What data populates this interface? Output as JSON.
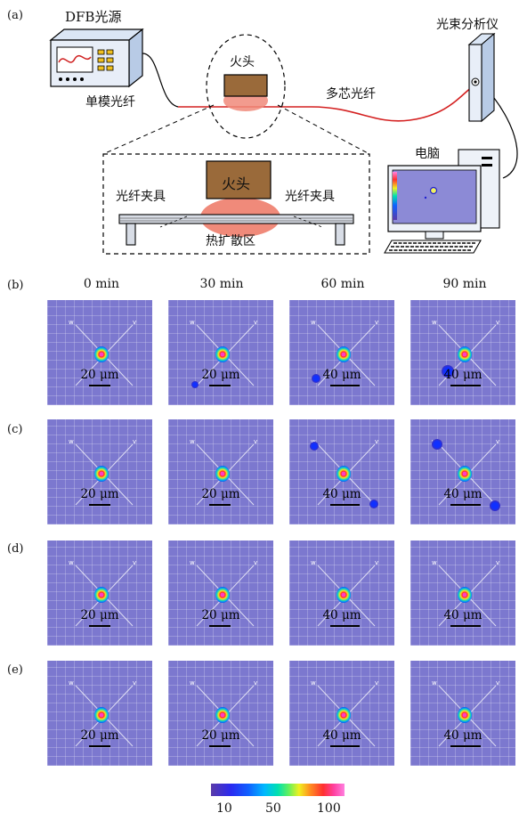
{
  "setup": {
    "panel_label": "(a)",
    "laser": "DFB光源",
    "smf": "单模光纤",
    "torch": "火头",
    "mcf": "多芯光纤",
    "analyzer": "光束分析仪",
    "computer": "电脑",
    "clamp_left": "光纤夹具",
    "clamp_right": "光纤夹具",
    "zoom_torch": "火头",
    "heat_zone": "热扩散区"
  },
  "time_labels": [
    "0 min",
    "30 min",
    "60 min",
    "90 min"
  ],
  "rows": [
    {
      "label": "(b)",
      "scales": [
        "20 μm",
        "20 μm",
        "40 μm",
        "40 μm"
      ]
    },
    {
      "label": "(c)",
      "scales": [
        "20 μm",
        "20 μm",
        "40 μm",
        "40 μm"
      ]
    },
    {
      "label": "(d)",
      "scales": [
        "20 μm",
        "20 μm",
        "40 μm",
        "40 μm"
      ]
    },
    {
      "label": "(e)",
      "scales": [
        "20 μm",
        "20 μm",
        "40 μm",
        "40 μm"
      ]
    }
  ],
  "axis_labels": {
    "w": "w",
    "v": "v"
  },
  "colorbar": {
    "min": "10",
    "mid": "50",
    "max": "100"
  }
}
